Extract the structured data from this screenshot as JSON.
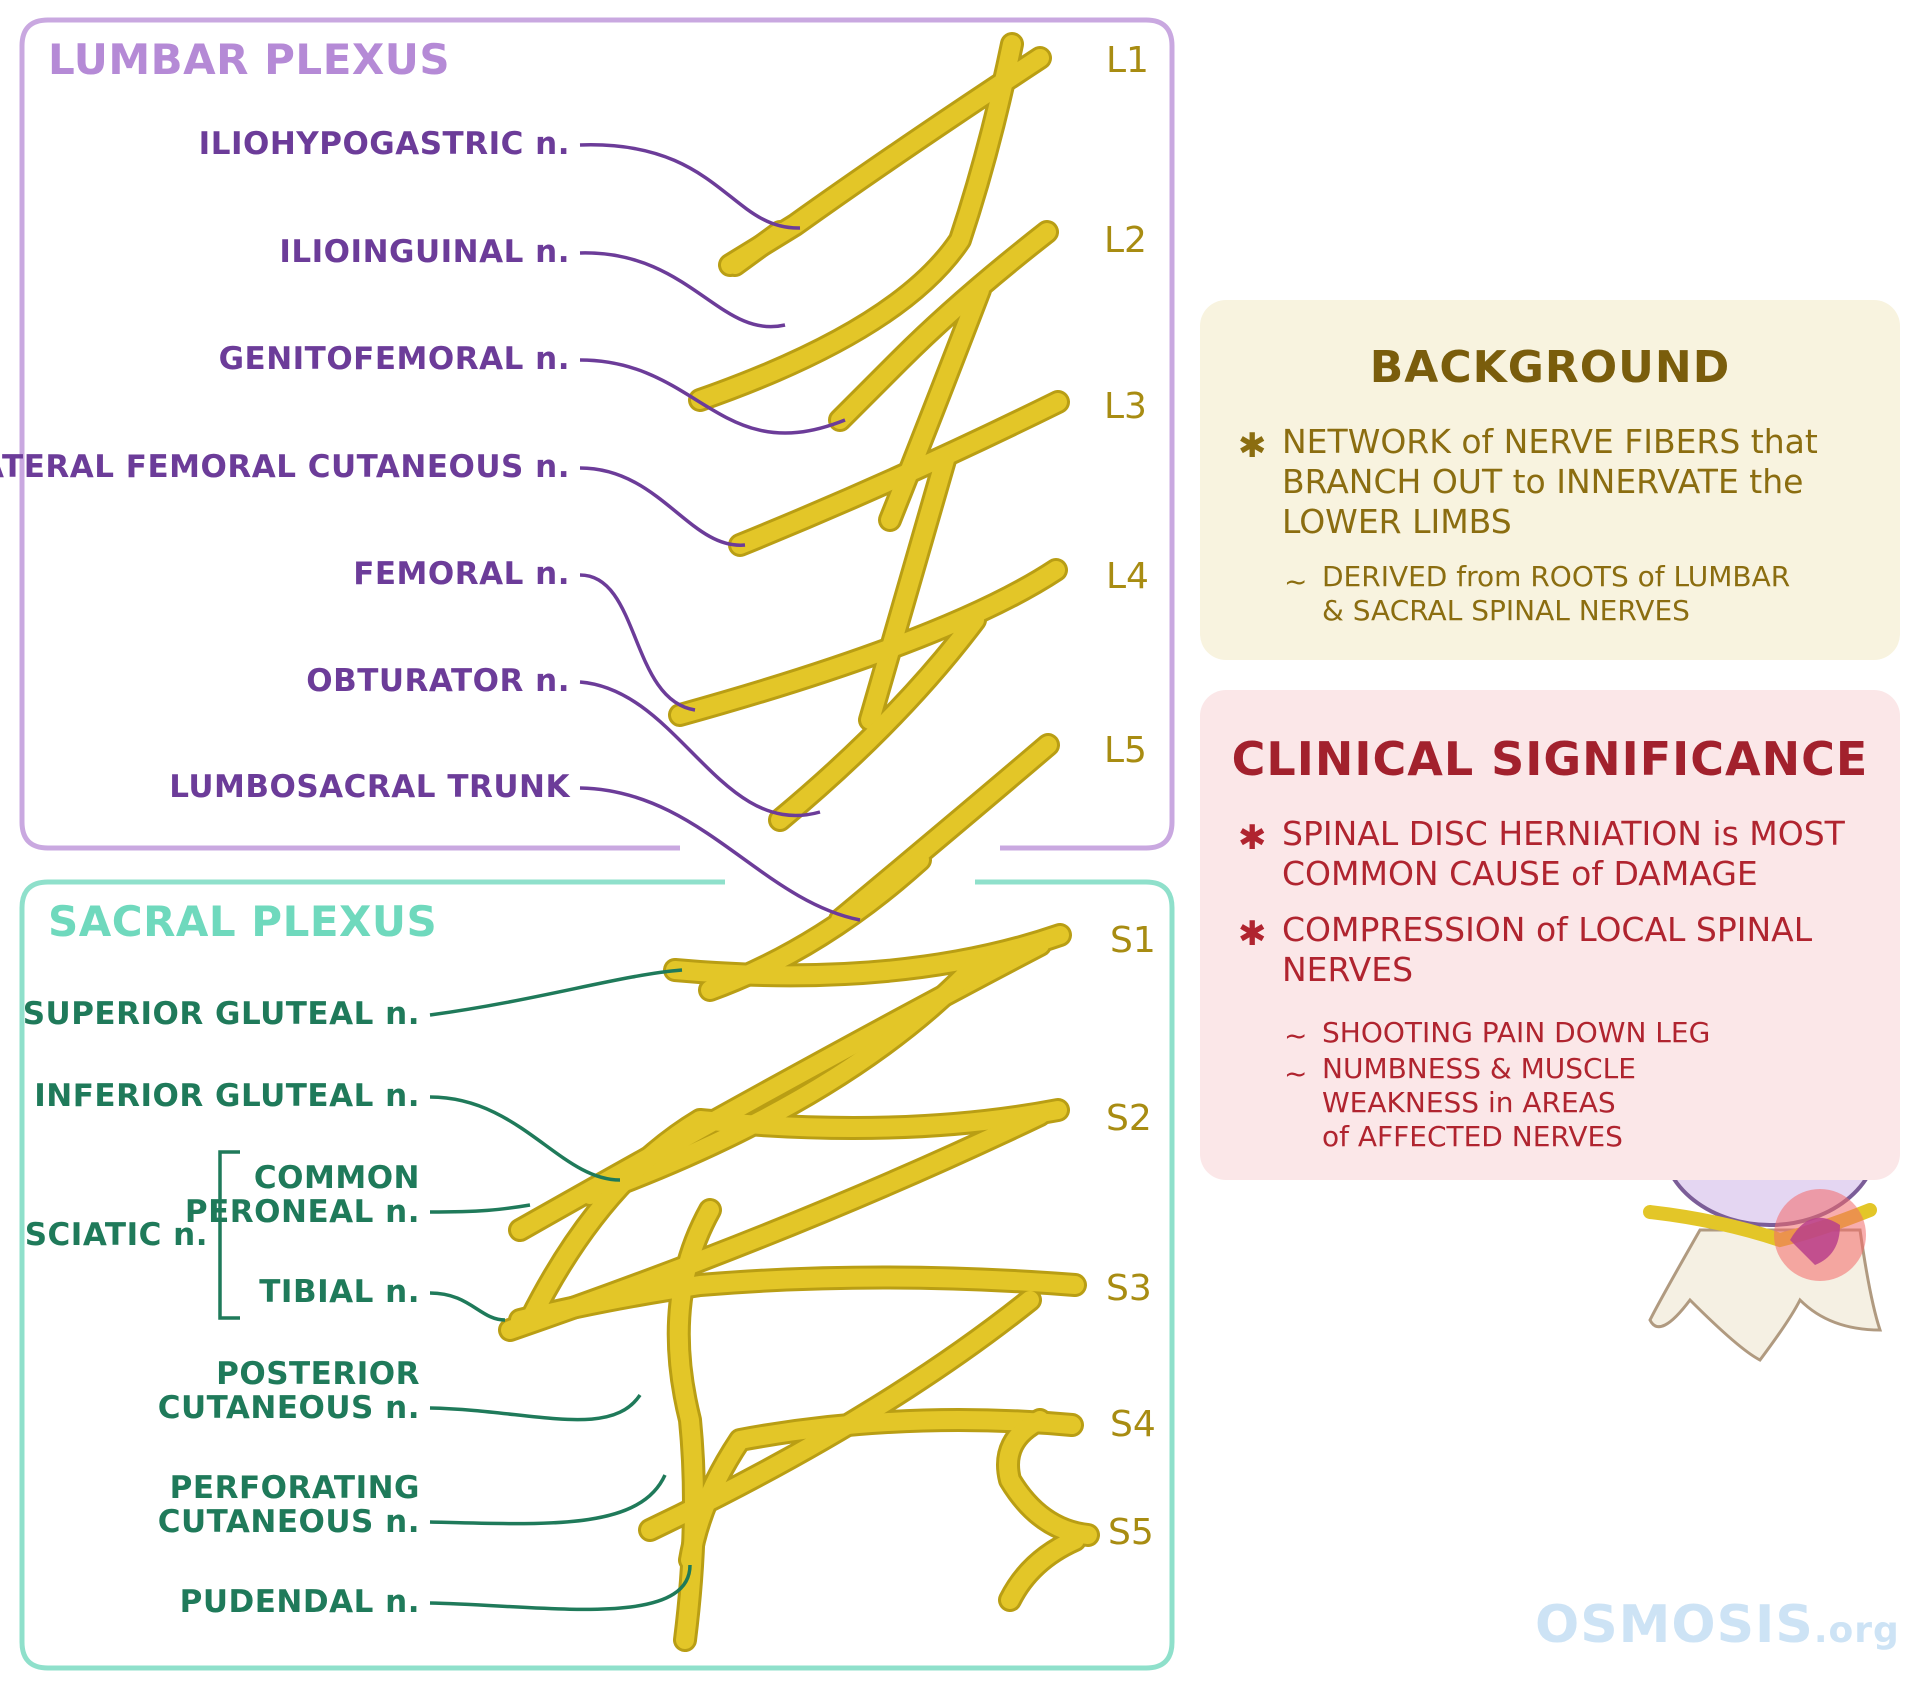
{
  "lumbar": {
    "title": "LUMBAR PLEXUS",
    "nerves": [
      "ILIOHYPOGASTRIC n.",
      "ILIOINGUINAL n.",
      "GENITOFEMORAL n.",
      "LATERAL FEMORAL CUTANEOUS n.",
      "FEMORAL n.",
      "OBTURATOR n.",
      "LUMBOSACRAL TRUNK"
    ]
  },
  "sacral": {
    "title": "SACRAL PLEXUS",
    "superior_gluteal": "SUPERIOR GLUTEAL n.",
    "inferior_gluteal": "INFERIOR GLUTEAL n.",
    "sciatic": "SCIATIC n.",
    "common_peroneal_1": "COMMON",
    "common_peroneal_2": "PERONEAL n.",
    "tibial": "TIBIAL n.",
    "posterior_cutaneous_1": "POSTERIOR",
    "posterior_cutaneous_2": "CUTANEOUS n.",
    "perforating_cutaneous_1": "PERFORATING",
    "perforating_cutaneous_2": "CUTANEOUS n.",
    "pudendal": "PUDENDAL n."
  },
  "segments": [
    "L1",
    "L2",
    "L3",
    "L4",
    "L5",
    "S1",
    "S2",
    "S3",
    "S4",
    "S5"
  ],
  "background": {
    "title": "BACKGROUND",
    "point_line1": "NETWORK of NERVE FIBERS that",
    "point_line2": "BRANCH OUT to INNERVATE the",
    "point_line3": "LOWER LIMBS",
    "sub_line1": "DERIVED from ROOTS of LUMBAR",
    "sub_line2": "& SACRAL SPINAL NERVES"
  },
  "clinical": {
    "title": "CLINICAL SIGNIFICANCE",
    "point1_line1": "SPINAL DISC HERNIATION is MOST",
    "point1_line2": "COMMON CAUSE of DAMAGE",
    "point2_line1": "COMPRESSION of LOCAL SPINAL",
    "point2_line2": "NERVES",
    "sub1": "SHOOTING PAIN DOWN LEG",
    "sub2_line1": "NUMBNESS & MUSCLE",
    "sub2_line2": "WEAKNESS in AREAS",
    "sub2_line3": "of AFFECTED NERVES"
  },
  "bullet_star": "✱",
  "bullet_sub": "~",
  "logo": {
    "main": "OSMOSIS",
    "suffix": ".org"
  },
  "colors": {
    "lumbar_accent": "#6c3c99",
    "lumbar_border": "#c9a8e0",
    "sacral_accent": "#1f7a5a",
    "sacral_border": "#8fe0cb",
    "nerve_fill": "#e3c628",
    "background_card": "#f8f3df",
    "clinical_card": "#fbe7e8"
  }
}
